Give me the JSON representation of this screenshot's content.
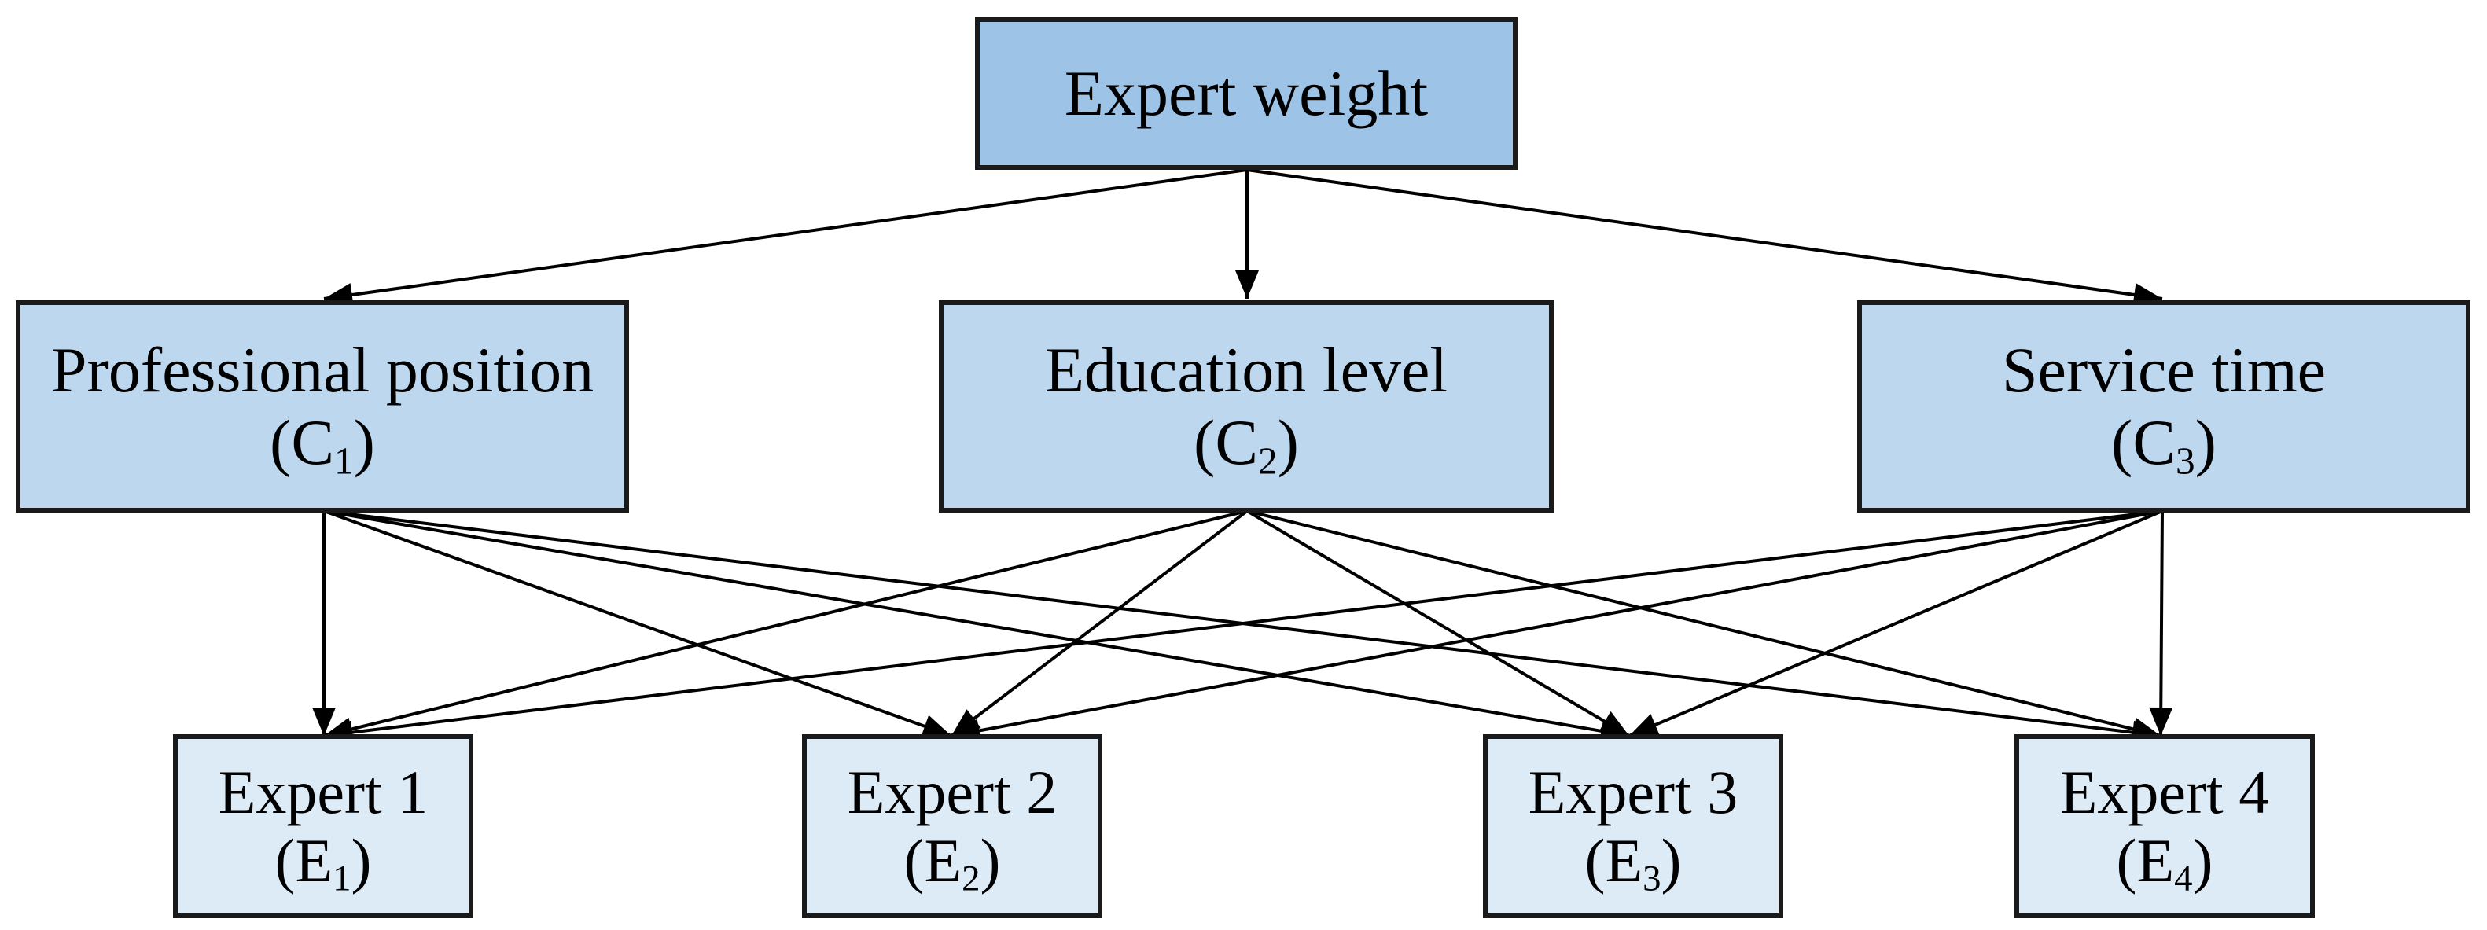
{
  "root": {
    "label": "Expert weight"
  },
  "criteria": [
    {
      "label": "Professional position",
      "code": "C",
      "sub": "1"
    },
    {
      "label": "Education level",
      "code": "C",
      "sub": "2"
    },
    {
      "label": "Service time",
      "code": "C",
      "sub": "3"
    }
  ],
  "experts": [
    {
      "label": "Expert 1",
      "code": "E",
      "sub": "1"
    },
    {
      "label": "Expert 2",
      "code": "E",
      "sub": "2"
    },
    {
      "label": "Expert 3",
      "code": "E",
      "sub": "3"
    },
    {
      "label": "Expert 4",
      "code": "E",
      "sub": "4"
    }
  ],
  "colors": {
    "root_fill": "#9dc3e6",
    "criteria_fill": "#bdd7ee",
    "expert_fill": "#ddebf7",
    "stroke": "#1a1a1a"
  }
}
